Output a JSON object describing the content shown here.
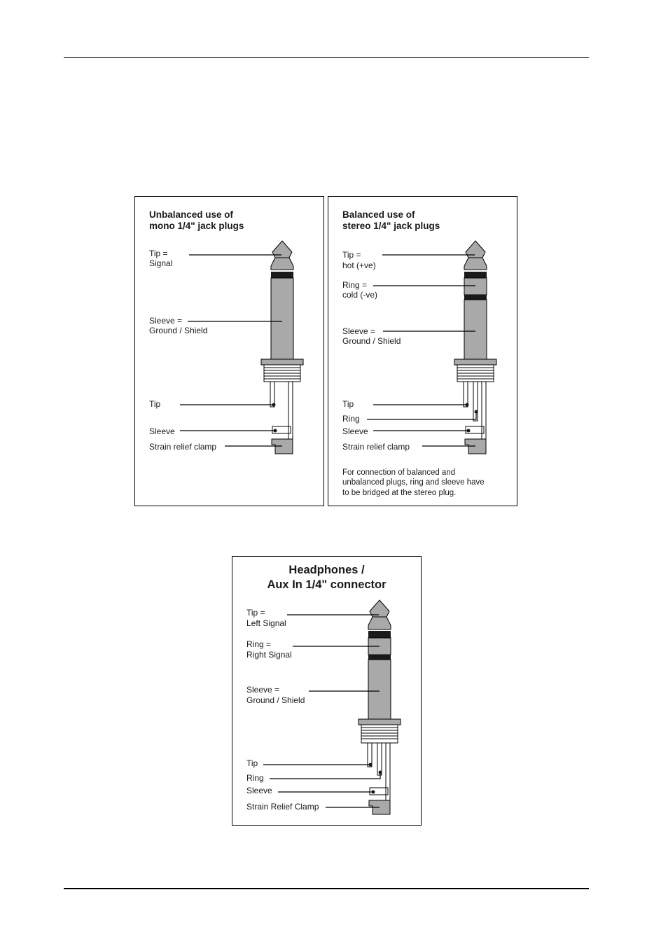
{
  "panel_unbalanced": {
    "title_line1": "Unbalanced use of",
    "title_line2": "mono 1/4\" jack plugs",
    "tip_label_1": "Tip =",
    "tip_label_2": "Signal",
    "sleeve_label_1": "Sleeve =",
    "sleeve_label_2": "Ground / Shield",
    "wiring_tip": "Tip",
    "wiring_sleeve": "Sleeve",
    "wiring_clamp": "Strain relief clamp"
  },
  "panel_balanced": {
    "title_line1": "Balanced use of",
    "title_line2": "stereo 1/4\" jack plugs",
    "tip_label_1": "Tip =",
    "tip_label_2": "hot (+ve)",
    "ring_label_1": "Ring =",
    "ring_label_2": "cold (-ve)",
    "sleeve_label_1": "Sleeve =",
    "sleeve_label_2": "Ground / Shield",
    "wiring_tip": "Tip",
    "wiring_ring": "Ring",
    "wiring_sleeve": "Sleeve",
    "wiring_clamp": "Strain relief clamp",
    "note_line1": "For connection of balanced and",
    "note_line2": "unbalanced plugs, ring and sleeve have",
    "note_line3": "to be bridged at the stereo plug."
  },
  "panel_headphones": {
    "title_line1": "Headphones /",
    "title_line2": "Aux In 1/4\" connector",
    "tip_label_1": "Tip =",
    "tip_label_2": "Left Signal",
    "ring_label_1": "Ring =",
    "ring_label_2": "Right Signal",
    "sleeve_label_1": "Sleeve =",
    "sleeve_label_2": "Ground / Shield",
    "wiring_tip": "Tip",
    "wiring_ring": "Ring",
    "wiring_sleeve": "Sleeve",
    "wiring_clamp": "Strain Relief Clamp"
  },
  "colors": {
    "metal": "#a9a9a9",
    "metal_dark": "#8f8f8f",
    "insulator": "#1a1a1a",
    "line": "#000000"
  }
}
